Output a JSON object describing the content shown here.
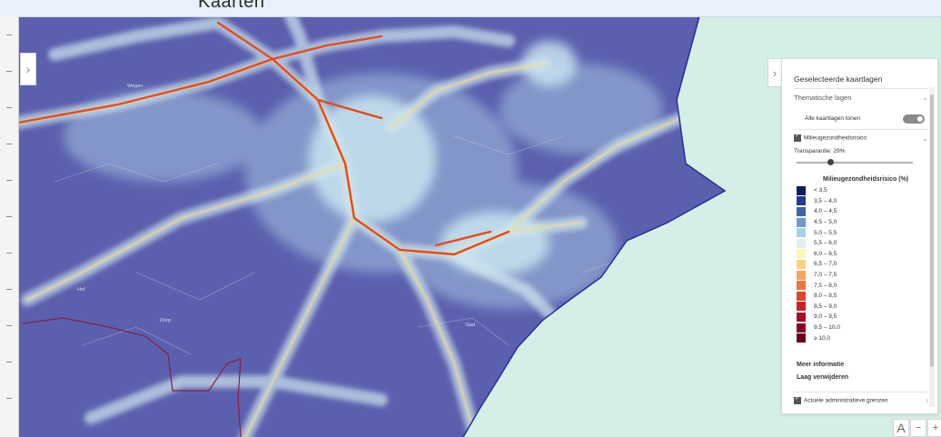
{
  "header": {
    "title": "Kaarten"
  },
  "map": {
    "colors": {
      "water": "#d6efe6",
      "base": "#5a5fae",
      "mid": "#8fa3cf",
      "light": "#c9e4ef",
      "road_high": "#e84a16",
      "road_mid": "#f7c550",
      "border": "#2a2e9a",
      "province": "#8a1f3f"
    },
    "place_labels": [
      "Wegen",
      "Hof",
      "Dorp",
      "Stad"
    ]
  },
  "panel": {
    "title": "Geselecteerde kaartlagen",
    "section": "Thematische lagen",
    "all_layers_label": "Alle kaartlagen tonen",
    "layer_name": "Milieugezondheidsrisico",
    "transparency_label": "Transparantie: 29%",
    "transparency": 29,
    "legend_title": "Milieugezondheidsrisico (%)",
    "legend": [
      {
        "label": "< 3,5",
        "color": "#0e1e5b"
      },
      {
        "label": "3,5 – 4,0",
        "color": "#243a8c"
      },
      {
        "label": "4,0 – 4,5",
        "color": "#3d63a8"
      },
      {
        "label": "4,5 – 5,0",
        "color": "#6d9ccd"
      },
      {
        "label": "5,0 – 5,5",
        "color": "#a9d2e3"
      },
      {
        "label": "5,5 – 6,0",
        "color": "#e0f0f1"
      },
      {
        "label": "6,0 – 6,5",
        "color": "#fdf6b4"
      },
      {
        "label": "6,5 – 7,0",
        "color": "#fcd17d"
      },
      {
        "label": "7,0 – 7,5",
        "color": "#f9a45a"
      },
      {
        "label": "7,5 – 8,0",
        "color": "#f1733f"
      },
      {
        "label": "8,0 – 8,5",
        "color": "#e2452d"
      },
      {
        "label": "8,5 – 9,0",
        "color": "#c9202a"
      },
      {
        "label": "9,0 – 9,5",
        "color": "#a80d2a"
      },
      {
        "label": "9,5 – 10,0",
        "color": "#8b0425"
      },
      {
        "label": "≥ 10,0",
        "color": "#6b011d"
      }
    ],
    "more_info": "Meer informatie",
    "remove_layer": "Laag verwijderen",
    "admin_layer": "Actuele administratieve grenzen"
  },
  "controls": {
    "text_button": "A",
    "zoom_out": "−",
    "zoom_in": "+"
  }
}
